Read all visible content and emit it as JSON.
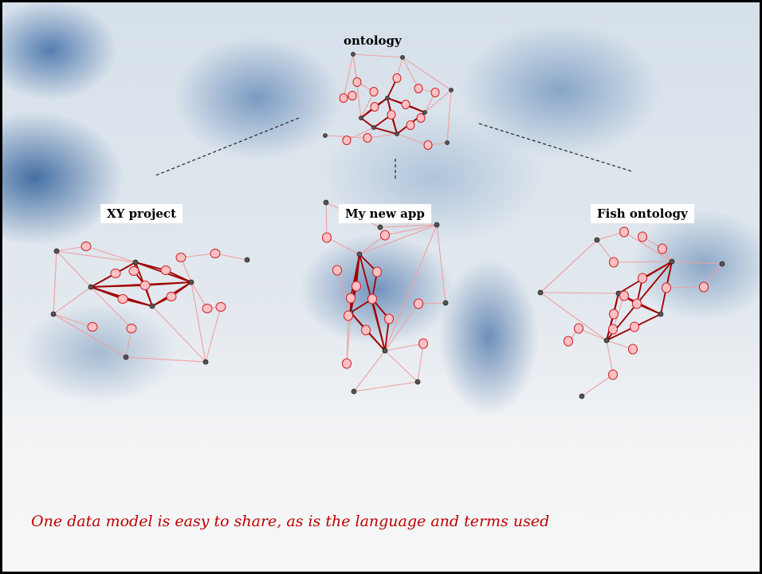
{
  "labels": {
    "top": "ontology",
    "left": "XY project",
    "center": "My new app",
    "right": "Fish ontology"
  },
  "caption": "One data model is easy to share, as is the language and terms used",
  "colors": {
    "caption": "#c00000",
    "strong_edge": "#a00000",
    "weak_edge": "#f0a0a0",
    "class_node_fill": "#ffc0c4",
    "class_node_stroke": "#cc2020",
    "instance_node_fill": "#555555"
  }
}
